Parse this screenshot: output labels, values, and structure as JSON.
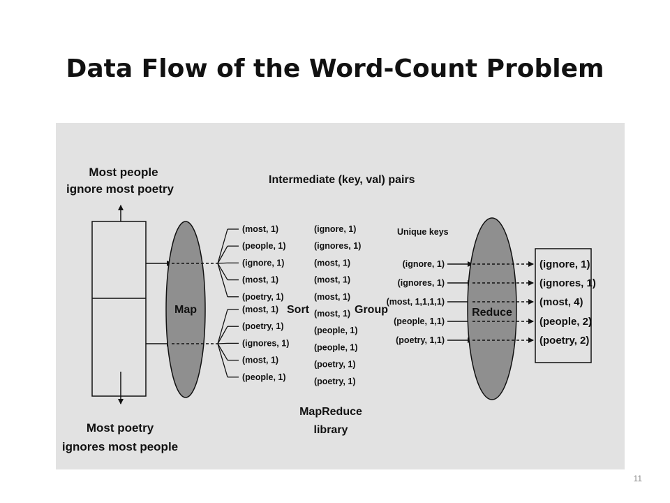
{
  "title": "Data Flow of the Word-Count Problem",
  "page_number": "11",
  "diagram": {
    "input_top": "Most people ignore most poetry",
    "input_top_lines": [
      "Most people",
      "ignore most poetry"
    ],
    "input_bottom_lines": [
      "Most poetry",
      "ignores most people"
    ],
    "header": "Intermediate (key, val) pairs",
    "map_label": "Map",
    "sort_label": "Sort",
    "group_label": "Group",
    "reduce_label": "Reduce",
    "unique_keys_label": "Unique keys",
    "library_lines": [
      "MapReduce",
      "library"
    ],
    "map_output_top": [
      "(most, 1)",
      "(people, 1)",
      "(ignore, 1)",
      "(most, 1)",
      "(poetry, 1)"
    ],
    "map_output_bottom": [
      "(most, 1)",
      "(poetry, 1)",
      "(ignores, 1)",
      "(most, 1)",
      "(people, 1)"
    ],
    "sorted_pairs": [
      "(ignore, 1)",
      "(ignores, 1)",
      "(most, 1)",
      "(most, 1)",
      "(most, 1)",
      "(most, 1)",
      "(people, 1)",
      "(people, 1)",
      "(poetry, 1)",
      "(poetry, 1)"
    ],
    "unique_keys": [
      "(ignore, 1)",
      "(ignores, 1)",
      "(most, 1,1,1,1)",
      "(people, 1,1)",
      "(poetry, 1,1)"
    ],
    "outputs": [
      "(ignore, 1)",
      "(ignores, 1)",
      "(most, 4)",
      "(people, 2)",
      "(poetry, 2)"
    ],
    "colors": {
      "panel": "#e2e2e2",
      "ellipse": "#8f8f8f",
      "line": "#111111"
    }
  }
}
